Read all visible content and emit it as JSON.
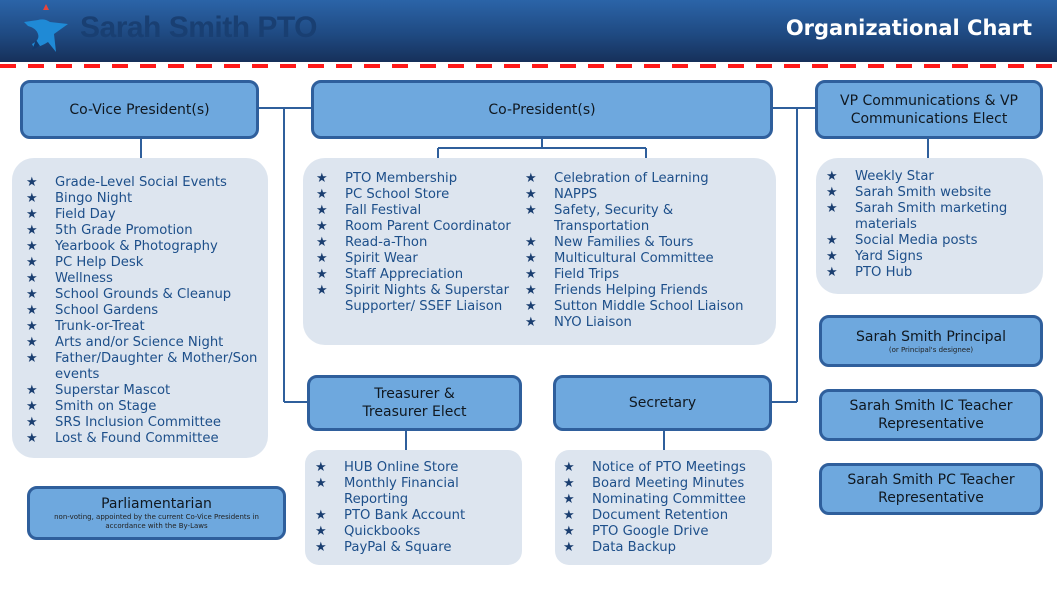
{
  "header": {
    "brand": "Sarah Smith PTO",
    "title": "Organizational Chart",
    "colors": {
      "header_top": "#2b64a8",
      "header_bottom": "#16305a",
      "dash": "#ff1a1a",
      "role_fill": "#6ea8de",
      "role_border": "#2f5f9c",
      "duty_fill": "#dde5ef",
      "duty_text": "#1d4f8a"
    }
  },
  "roles": {
    "co_vice_president": {
      "title": "Co-Vice President(s)",
      "duties": [
        "Grade-Level Social Events",
        "Bingo Night",
        "Field Day",
        "5th Grade Promotion",
        "Yearbook & Photography",
        "PC Help Desk",
        "Wellness",
        "School Grounds & Cleanup",
        "School Gardens",
        "Trunk-or-Treat",
        "Arts and/or Science Night",
        "Father/Daughter & Mother/Son events",
        "Superstar Mascot",
        "Smith on Stage",
        "SRS Inclusion Committee",
        "Lost & Found Committee"
      ]
    },
    "co_president": {
      "title": "Co-President(s)",
      "duties_left": [
        "PTO Membership",
        "PC School Store",
        "Fall Festival",
        "Room Parent Coordinator",
        "Read-a-Thon",
        "Spirit Wear",
        "Staff Appreciation",
        "Spirit Nights & Superstar Supporter/ SSEF Liaison"
      ],
      "duties_right": [
        "Celebration of Learning",
        "NAPPS",
        "Safety, Security & Transportation",
        "New Families & Tours",
        "Multicultural Committee",
        "Field Trips",
        "Friends Helping Friends",
        "Sutton Middle School Liaison",
        "NYO Liaison"
      ]
    },
    "vp_communications": {
      "title": "VP Communications & VP Communications Elect",
      "duties": [
        "Weekly Star",
        "Sarah Smith website",
        "Sarah Smith marketing materials",
        "Social Media posts",
        "Yard Signs",
        "PTO Hub"
      ]
    },
    "treasurer": {
      "title": "Treasurer & Treasurer Elect",
      "duties": [
        "HUB Online Store",
        "Monthly Financial Reporting",
        "PTO Bank Account",
        "Quickbooks",
        "PayPal & Square"
      ]
    },
    "secretary": {
      "title": "Secretary",
      "duties": [
        "Notice of PTO Meetings",
        "Board Meeting Minutes",
        "Nominating Committee",
        "Document Retention",
        "PTO Google Drive",
        "Data Backup"
      ]
    },
    "parliamentarian": {
      "title": "Parliamentarian",
      "note": "non-voting, appointed by the current Co-Vice Presidents in accordance with the By-Laws"
    },
    "principal": {
      "title": "Sarah Smith Principal",
      "note": "(or Principal's designee)"
    },
    "ic_teacher": {
      "title": "Sarah Smith IC Teacher Representative"
    },
    "pc_teacher": {
      "title": "Sarah Smith PC Teacher Representative"
    }
  },
  "bullet_icon": "star-icon"
}
